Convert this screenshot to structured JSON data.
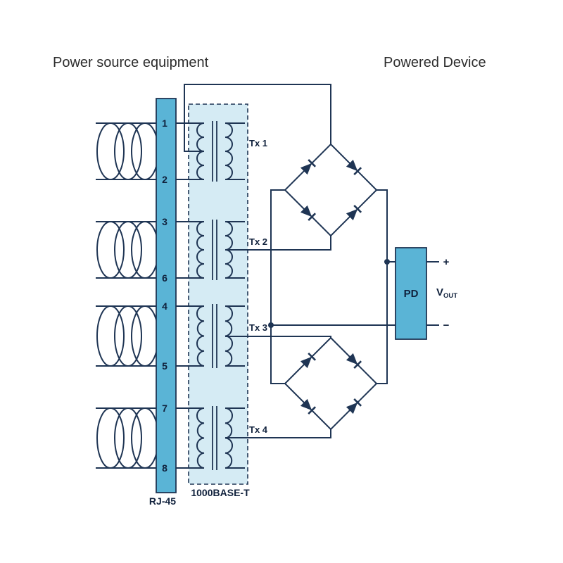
{
  "titles": {
    "left": "Power source equipment",
    "right": "Powered Device"
  },
  "rj45": {
    "label": "RJ-45",
    "pins": [
      "1",
      "2",
      "3",
      "6",
      "4",
      "5",
      "7",
      "8"
    ]
  },
  "phy": {
    "label": "1000BASE-T",
    "transformers": [
      "Tx 1",
      "Tx 2",
      "Tx 3",
      "Tx 4"
    ]
  },
  "pd": {
    "label": "PD",
    "plus": "+",
    "minus": "−",
    "vout_main": "V",
    "vout_sub": "OUT"
  },
  "colors": {
    "wire": "#1f3554",
    "text": "#10213c",
    "title": "#2d2d2d",
    "fill_blue": "#5ab4d6",
    "fill_light": "#d5ebf4"
  }
}
